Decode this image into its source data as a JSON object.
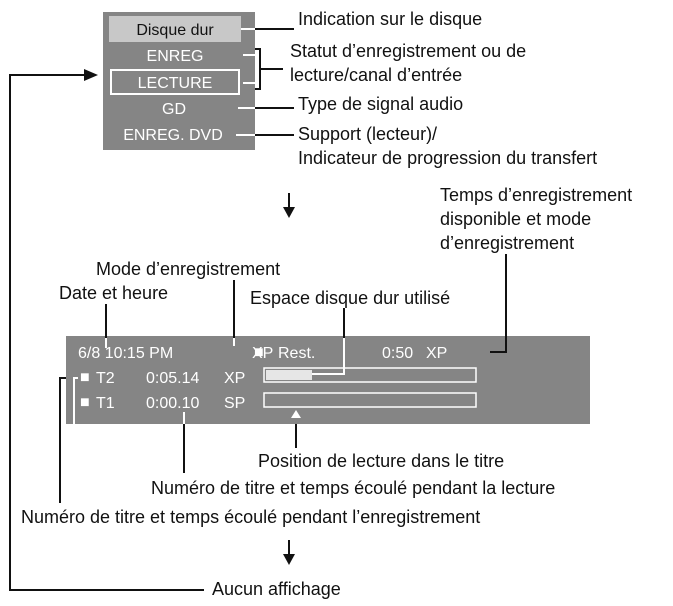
{
  "menu": {
    "items": [
      "Disque dur",
      "ENREG",
      "LECTURE",
      "GD",
      "ENREG. DVD"
    ]
  },
  "labels": {
    "disc_indication": "Indication sur le disque",
    "status_line1": "Statut d’enregistrement ou de",
    "status_line2": "lecture/canal d’entrée",
    "audio_type": "Type de signal audio",
    "support_line1": "Support (lecteur)/",
    "support_line2": "Indicateur de progression du transfert",
    "time_avail_line1": "Temps d’enregistrement",
    "time_avail_line2": "disponible et mode",
    "time_avail_line3": "d’enregistrement",
    "rec_mode": "Mode d’enregistrement",
    "date_time": "Date et heure",
    "hdd_space": "Espace disque dur utilisé",
    "play_position": "Position de lecture dans le titre",
    "title_play": "Numéro de titre et temps écoulé pendant la lecture",
    "title_rec": "Numéro de titre et temps écoulé pendant l’enregistrement",
    "no_display": "Aucun affichage"
  },
  "status_panel": {
    "datetime": "6/8 10:15 PM",
    "rec_mode": "XP",
    "rest_marker": "■",
    "rest_label": "Rest.",
    "rest_time": "0:50",
    "rest_mode": "XP",
    "row1": {
      "marker": "■",
      "title": "T2",
      "time": "0:05.14",
      "mode": "XP"
    },
    "row2": {
      "marker": "■",
      "title": "T1",
      "time": "0:00.10",
      "mode": "SP"
    }
  },
  "colors": {
    "panel": "#858585",
    "highlight": "#c8c8c8",
    "text_on_panel": "#ffffff",
    "ink": "#111111"
  }
}
